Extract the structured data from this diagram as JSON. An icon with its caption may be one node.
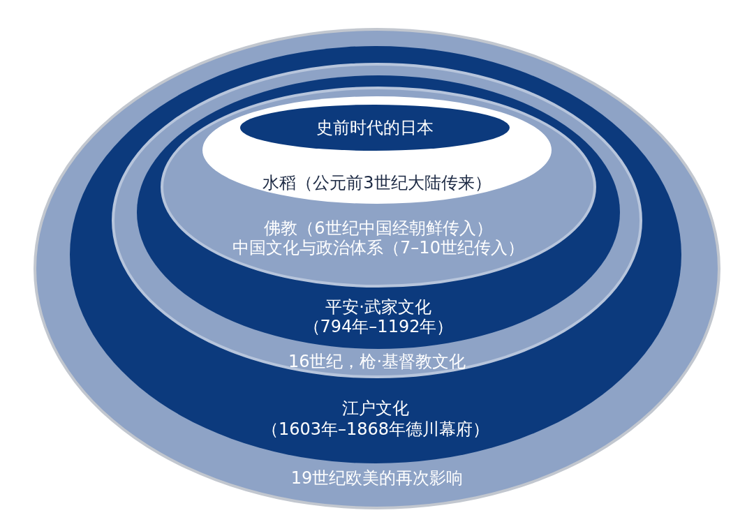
{
  "diagram": {
    "nodes": [
      {
        "text": [
          "19世纪欧美的再次影响"
        ]
      },
      {
        "text": [
          "江户文化",
          "（1603年–1868年德川幕府）"
        ],
        "in": 0
      },
      {
        "text": [
          "16世纪，枪·基督教文化"
        ],
        "in": 1
      },
      {
        "text": [
          "平安·武家文化",
          "（794年–1192年）"
        ],
        "in": 2
      },
      {
        "text": [
          "佛教（6世纪中国经朝鲜传入）",
          "中国文化与政治体系（7–10世纪传入）"
        ],
        "in": 3
      },
      {
        "text": [
          "水稻（公元前3世纪大陆传来）"
        ],
        "in": 4
      },
      {
        "text": [
          "史前时代的日本"
        ],
        "in": 5
      }
    ]
  }
}
